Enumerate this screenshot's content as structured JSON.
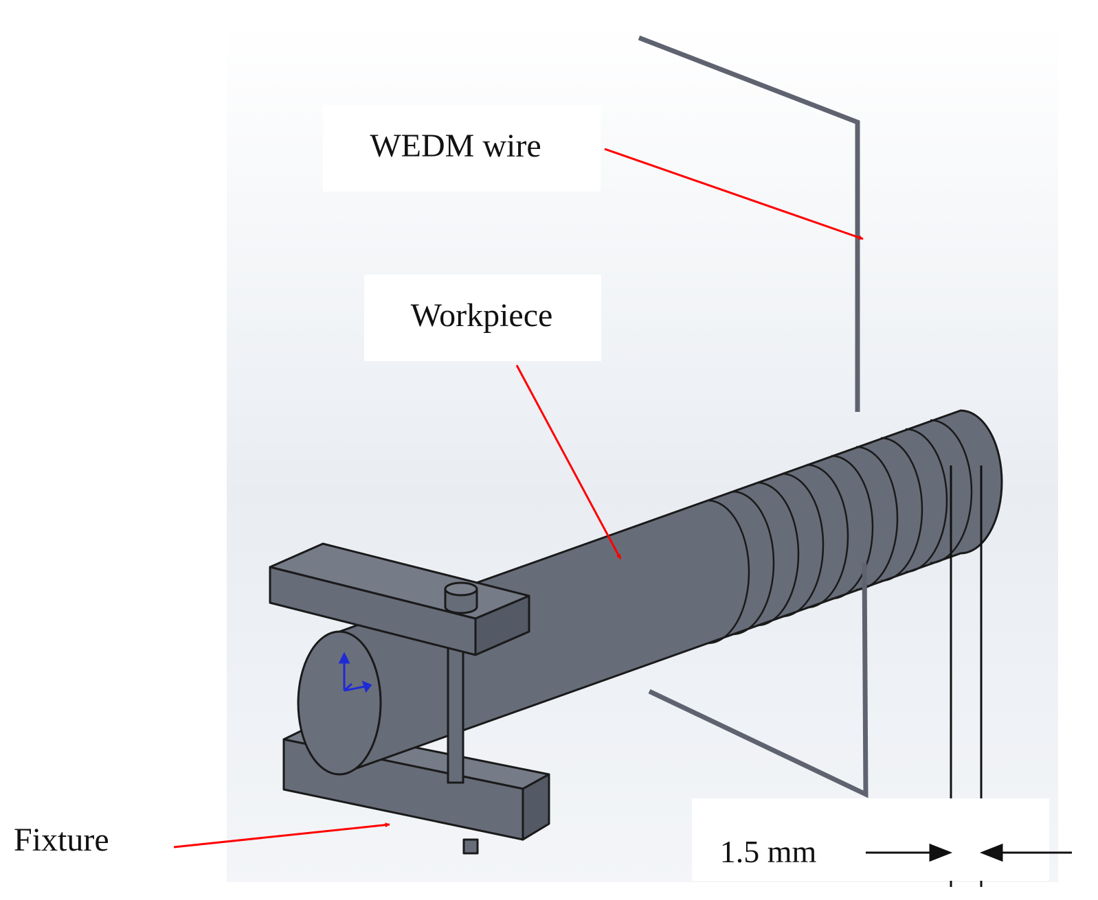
{
  "labels": {
    "wire": "WEDM wire",
    "workpiece": "Workpiece",
    "fixture": "Fixture",
    "dimension": "1.5 mm"
  },
  "colors": {
    "viewport_bg_top": "#ffffff",
    "viewport_bg_bottom": "#e3e8ee",
    "part": "#676c79",
    "part_light": "#767b88",
    "part_dark": "#545966",
    "wire": "#5f6370",
    "annotation_arrow": "#ff0000",
    "axis_triad": "#1f2bd6"
  }
}
